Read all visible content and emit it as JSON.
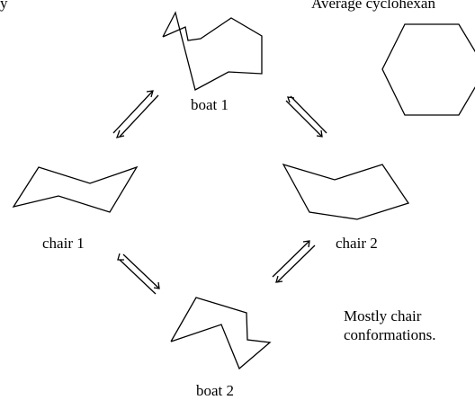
{
  "texts": {
    "header_left_fragment": "y",
    "header_right_fragment": "Average cyclohexan",
    "boat1": "boat 1",
    "boat2": "boat 2",
    "chair1": "chair 1",
    "chair2": "chair 2",
    "note_line1": "Mostly chair",
    "note_line2": "conformations."
  }
}
